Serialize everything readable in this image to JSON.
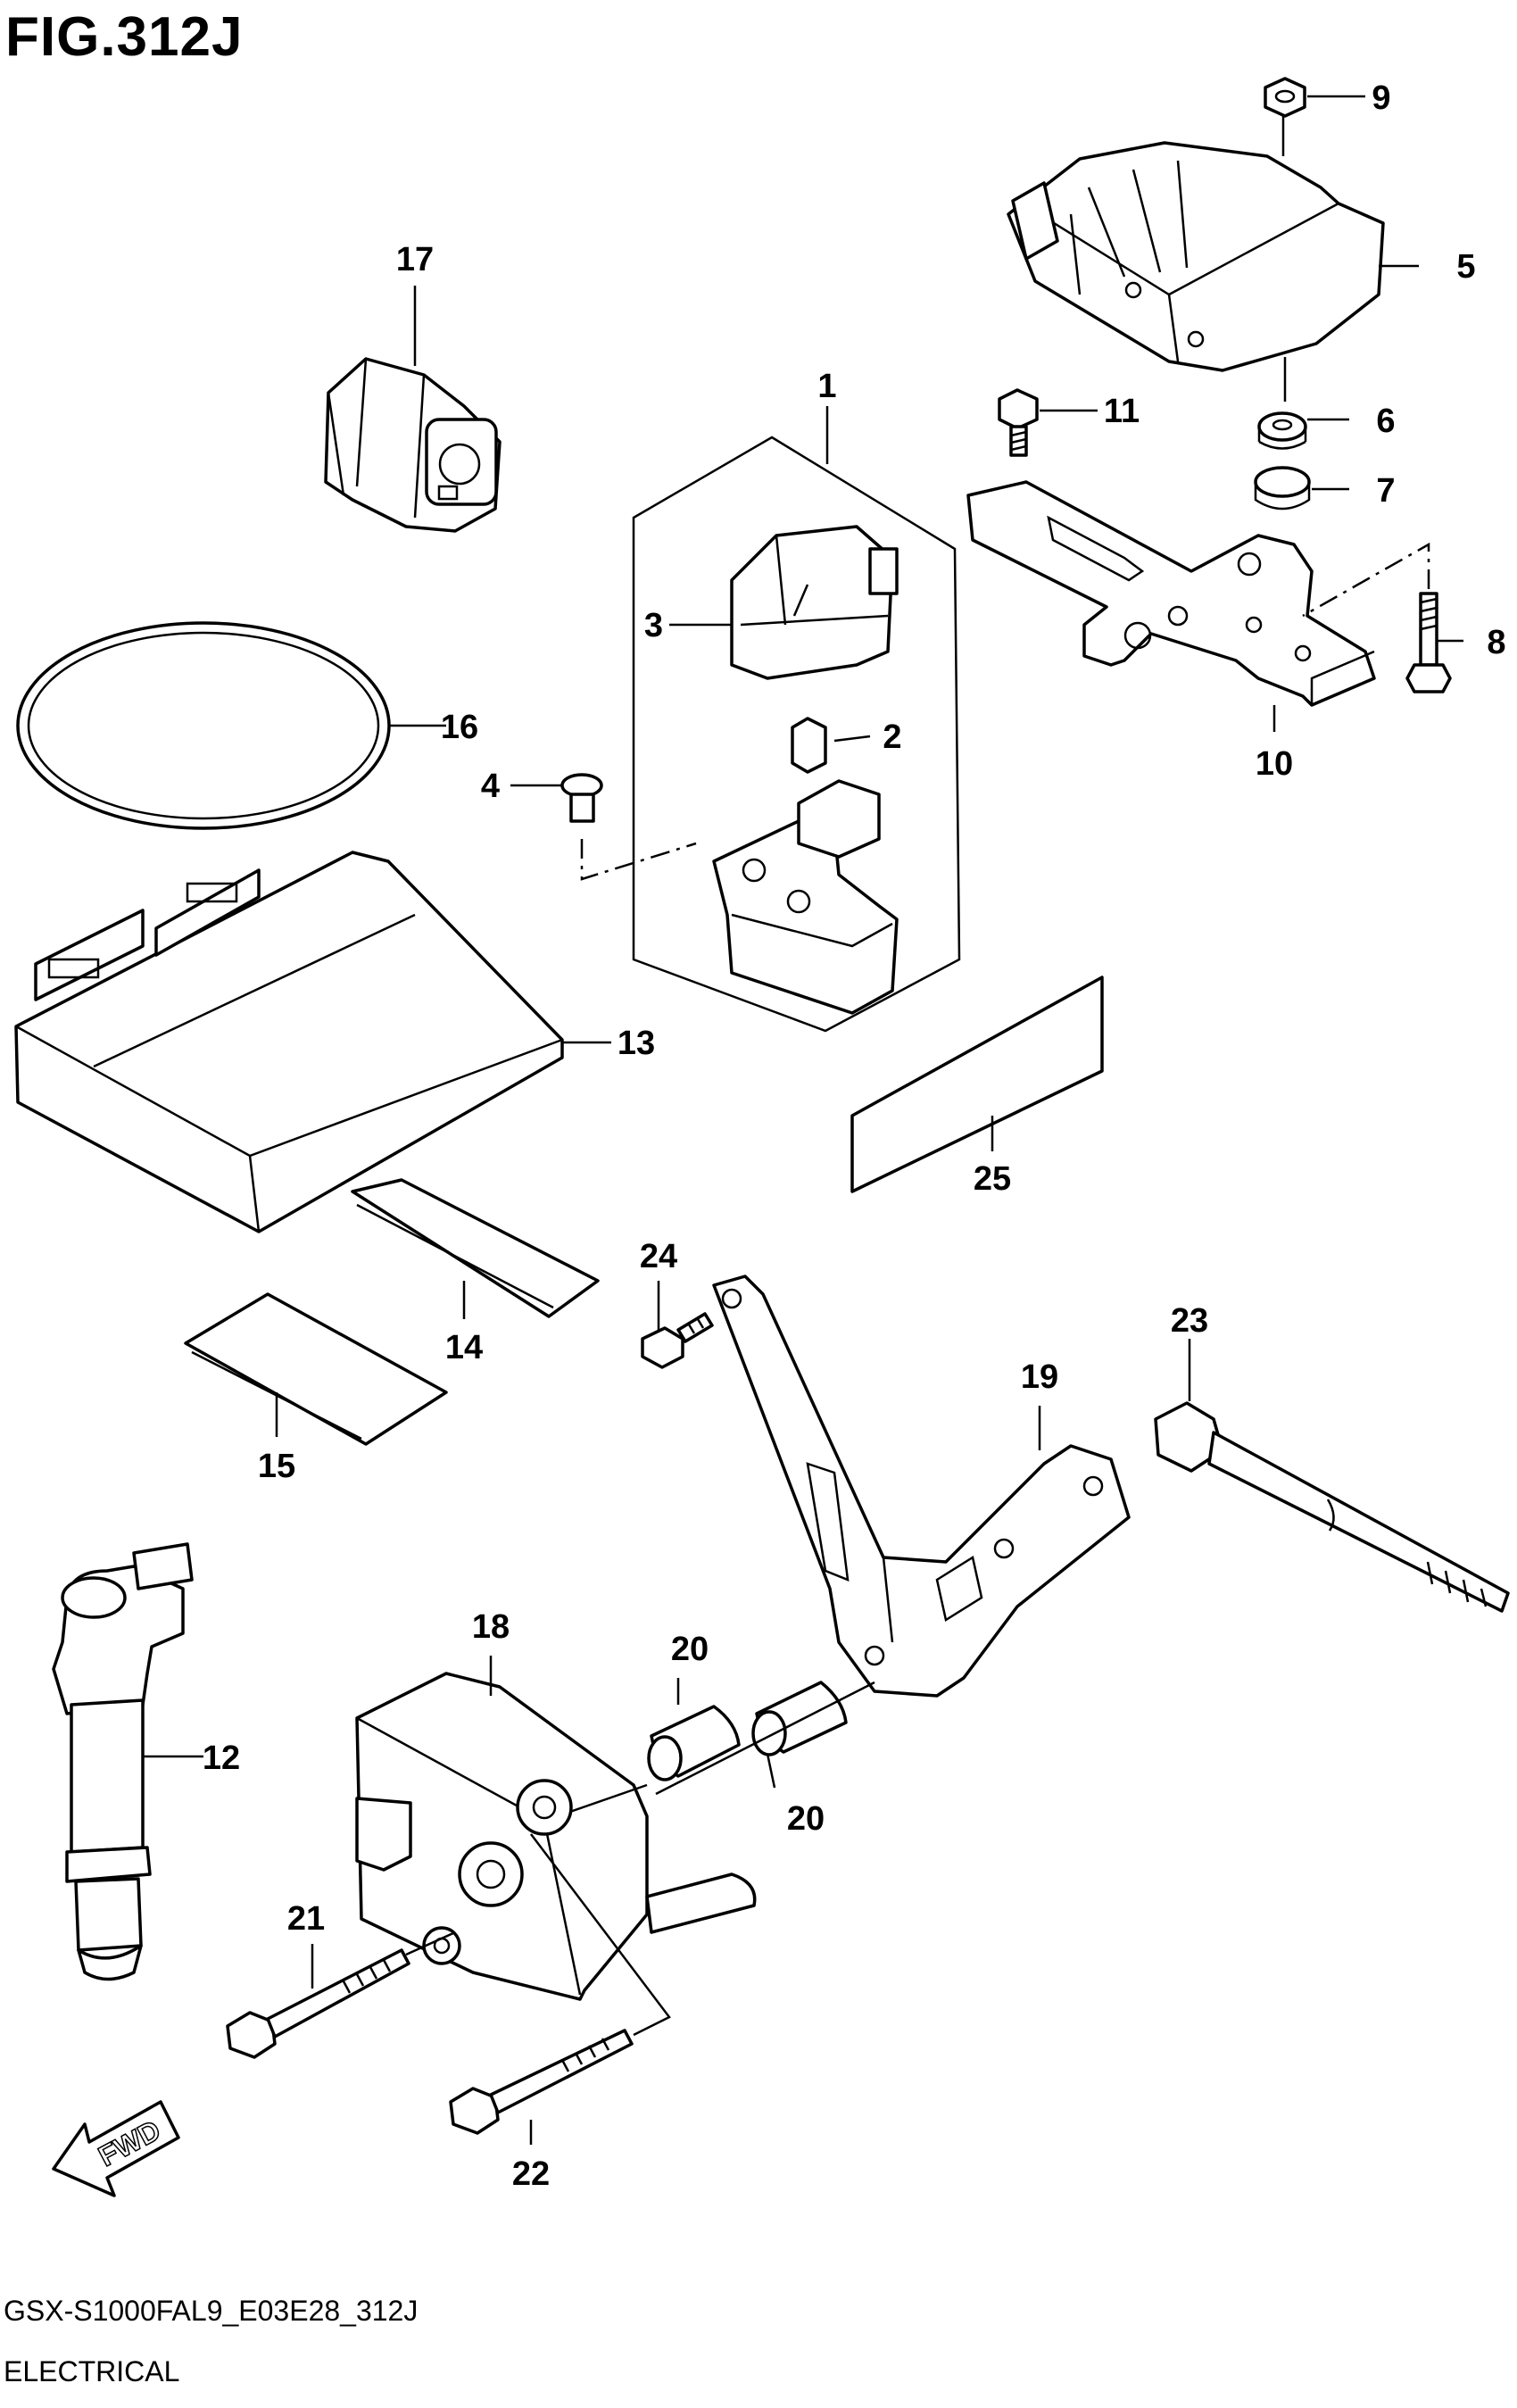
{
  "figure": {
    "title": "FIG.312J",
    "model_code": "GSX-S1000FAL9_E03E28_312J",
    "section": "ELECTRICAL",
    "direction_label": "FWD"
  },
  "callouts": [
    {
      "id": "c1",
      "label": "1"
    },
    {
      "id": "c2",
      "label": "2"
    },
    {
      "id": "c3",
      "label": "3"
    },
    {
      "id": "c4",
      "label": "4"
    },
    {
      "id": "c5",
      "label": "5"
    },
    {
      "id": "c6",
      "label": "6"
    },
    {
      "id": "c7",
      "label": "7"
    },
    {
      "id": "c8",
      "label": "8"
    },
    {
      "id": "c9",
      "label": "9"
    },
    {
      "id": "c10",
      "label": "10"
    },
    {
      "id": "c11",
      "label": "11"
    },
    {
      "id": "c12",
      "label": "12"
    },
    {
      "id": "c13",
      "label": "13"
    },
    {
      "id": "c14",
      "label": "14"
    },
    {
      "id": "c15",
      "label": "15"
    },
    {
      "id": "c16",
      "label": "16"
    },
    {
      "id": "c17",
      "label": "17"
    },
    {
      "id": "c18",
      "label": "18"
    },
    {
      "id": "c19",
      "label": "19"
    },
    {
      "id": "c20a",
      "label": "20"
    },
    {
      "id": "c20b",
      "label": "20"
    },
    {
      "id": "c21",
      "label": "21"
    },
    {
      "id": "c22",
      "label": "22"
    },
    {
      "id": "c23",
      "label": "23"
    },
    {
      "id": "c24",
      "label": "24"
    },
    {
      "id": "c25",
      "label": "25"
    }
  ],
  "colors": {
    "ink": "#000000",
    "paper": "#ffffff"
  }
}
